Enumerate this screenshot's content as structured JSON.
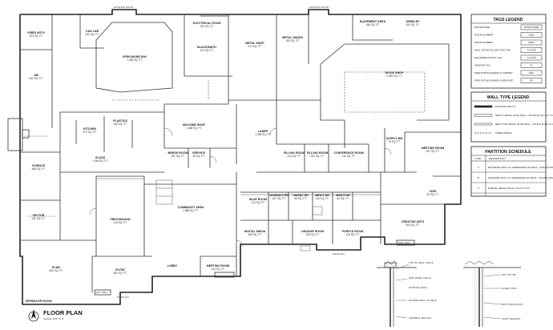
{
  "title": "FLOOR PLAN",
  "scale": "SCALE: 3/32\"=1'-0\"",
  "suite_labels": [
    "SUITE 104",
    "SUITE 104"
  ],
  "entrance_labels": [
    "EXIT ONLY",
    "EXIT ONLY",
    "EXISTING DOOR",
    "EXISTING DOOR"
  ],
  "rooms": [
    {
      "name": "FIRED ARTS",
      "area": "283 SQ. FT."
    },
    {
      "name": "CAD LAB",
      "area": "260 SQ. FT."
    },
    {
      "name": "ELECTRICAL ROOM",
      "area": "150 SQ. FT."
    },
    {
      "name": "OPEN WORK BAY",
      "area": "1,098 SQ. FT."
    },
    {
      "name": "BLACKSMITH",
      "area": "410 SQ. FT."
    },
    {
      "name": "METAL SHOP",
      "area": "474 SQ. FT."
    },
    {
      "name": "METAL HANDS",
      "area": "180 SQ. FT."
    },
    {
      "name": "EQUIPMENT AREA",
      "area": "188 SQ. FT."
    },
    {
      "name": "JEWELRY",
      "area": "253 SQ. FT."
    },
    {
      "name": "JIM",
      "area": "533 SQ. FT."
    },
    {
      "name": "WOOD SHOP",
      "area": "2,484 SQ. FT."
    },
    {
      "name": "PLASTICS",
      "area": "183 SQ. FT."
    },
    {
      "name": "MACHINE SHOP",
      "area": "1,388 SQ. FT."
    },
    {
      "name": "KITCHEN",
      "area": "273 SQ. FT."
    },
    {
      "name": "LASER",
      "area": "1,098 SQ. FT."
    },
    {
      "name": "SCIENCE",
      "area": "468 SQ. FT."
    },
    {
      "name": "GLASS",
      "area": "1,048 SQ. FT."
    },
    {
      "name": "BREAK ROOM",
      "area": "181 SQ. FT."
    },
    {
      "name": "SERVICE",
      "area": "36 SQ. FT."
    },
    {
      "name": "FILLING ROOM",
      "area": "244 SQ. FT."
    },
    {
      "name": "FILLING ROOM",
      "area": "262 SQ. FT."
    },
    {
      "name": "CONFERENCE ROOM",
      "area": "311 SQ. FT."
    },
    {
      "name": "SUPPLY RM",
      "area": "70 SQ. FT."
    },
    {
      "name": "MEETING ROOM",
      "area": "287 SQ. FT."
    },
    {
      "name": "TAPE",
      "area": "40 SQ. FT."
    },
    {
      "name": "VECTOR",
      "area": "336 SQ. FT."
    },
    {
      "name": "PRINTMAKING",
      "area": "418 SQ. FT."
    },
    {
      "name": "COMMUNITY AREA",
      "area": "1,888 SQ. FT."
    },
    {
      "name": "BLUE ROOM",
      "area": "124 SQ. FT."
    },
    {
      "name": "WOMEN'S RR",
      "area": "161 SQ. FT."
    },
    {
      "name": "UNISEX RR",
      "area": "56 SQ. FT."
    },
    {
      "name": "MEN'S RR",
      "area": "146 SQ. FT."
    },
    {
      "name": "MEN'S RR",
      "area": "66 SQ. FT."
    },
    {
      "name": "DIGITAL MEDIA",
      "area": "458 SQ. FT."
    },
    {
      "name": "ORANGE ROOM",
      "area": "138 SQ. FT."
    },
    {
      "name": "PURPLE ROOM",
      "area": "128 SQ. FT."
    },
    {
      "name": "CREATIVE ARTS",
      "area": "604 SQ. FT."
    },
    {
      "name": "ELAB",
      "area": "800 SQ. FT."
    },
    {
      "name": "ELYSE",
      "area": "550 SQ. FT."
    },
    {
      "name": "LOBBY",
      "area": ""
    },
    {
      "name": "MEETING ROOM",
      "area": "444 SQ. FT."
    },
    {
      "name": "SPRINKLER ROOM",
      "area": ""
    }
  ],
  "tags_legend": {
    "title": "TAGS LEGEND",
    "rows": [
      {
        "label": "ROOM NAME",
        "tag": "ROOM NAME"
      },
      {
        "label": "ROOM NUMBER",
        "tag": "0000"
      },
      {
        "label": "DOOR NUMBER",
        "tag": "D000"
      },
      {
        "label": "WALL OR DETAIL SECTION TAG",
        "tag": "A-X.000"
      },
      {
        "label": "ENLARGED DETAIL TAG",
        "tag": "A-X.000"
      },
      {
        "label": "WINDOW TAG",
        "tag": "W"
      },
      {
        "label": "FIRE EXTINGUISHER IN CABINET",
        "tag": "FEC"
      },
      {
        "label": "FIRE EXTINGUISHER IN BRACKET",
        "tag": "FE"
      }
    ]
  },
  "wall_type_legend": {
    "title": "WALL TYPE LEGEND",
    "rows": [
      {
        "label": "EXISTING WALLS"
      },
      {
        "label": "NEW 6\" METAL STUD WALL - STUDS @ 16\" O.C. TO DECK"
      },
      {
        "label": "NEW 3 5/8\" METAL STUD WALL - STUDS @ 16\" O.C. TO DECK"
      },
      {
        "label": "TAPED AREAS"
      }
    ]
  },
  "partition_schedule": {
    "title": "PARTITION SCHEDULE",
    "headers": [
      "TYPE",
      "DESCRIPTION"
    ],
    "rows": [
      {
        "type": "A",
        "description": "EXTERIOR WALL TO UNDERSIDE OF DECK - INSULATION"
      },
      {
        "type": "B",
        "description": "INTERIOR WALL TO UNDERSIDE OF DECK - SOUND INSULATION"
      },
      {
        "type": "C",
        "description": "PARTIAL HEIGHT WALL TO 9'-0\" A.F.F."
      }
    ]
  },
  "detail_notes": [
    "TOP OF WALL TRACK",
    "NEW STEEL TRACK",
    "EXISTING DECK",
    "EXTEND WALL TO DECK",
    "FLEXIBLE SEALANT",
    "5/8\" GYP. BD.",
    "STEEL STUD",
    "BATT INSULATION",
    "CONT. SEALANT"
  ],
  "colors": {
    "line": "#222222",
    "background": "#ffffff",
    "hatch": "#555555"
  }
}
